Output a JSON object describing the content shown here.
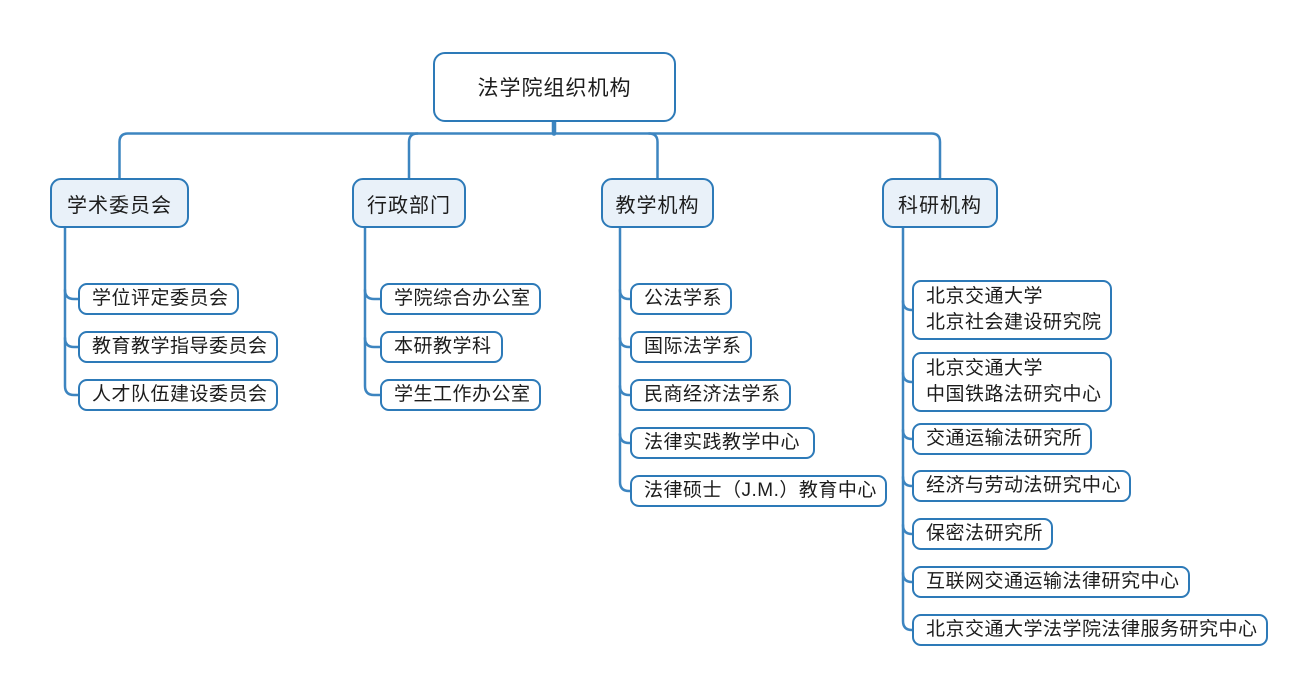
{
  "diagram_title": "法学院组织机构",
  "chart_type": "organization-chart",
  "tree": {
    "root": "法学院组织机构",
    "branches": [
      {
        "label": "学术委员会",
        "children": [
          "学位评定委员会",
          "教育教学指导委员会",
          "人才队伍建设委员会"
        ]
      },
      {
        "label": "行政部门",
        "children": [
          "学院综合办公室",
          "本研教学科",
          "学生工作办公室"
        ]
      },
      {
        "label": "教学机构",
        "children": [
          "公法学系",
          "国际法学系",
          "民商经济法学系",
          "法律实践教学中心",
          "法律硕士（J.M.）教育中心"
        ]
      },
      {
        "label": "科研机构",
        "children": [
          "北京交通大学\n北京社会建设研究院",
          "北京交通大学\n中国铁路法研究中心",
          "交通运输法研究所",
          "经济与劳动法研究中心",
          "保密法研究所",
          "互联网交通运输法律研究中心",
          "北京交通大学法学院法律服务研究中心"
        ]
      }
    ]
  },
  "colors": {
    "connector_line": "#3d85c0",
    "node_border": "#2d7ab8",
    "branch_fill": "#e9f1f9",
    "leaf_fill": "#ffffff",
    "text": "#1c1c1c",
    "background": "#ffffff"
  }
}
